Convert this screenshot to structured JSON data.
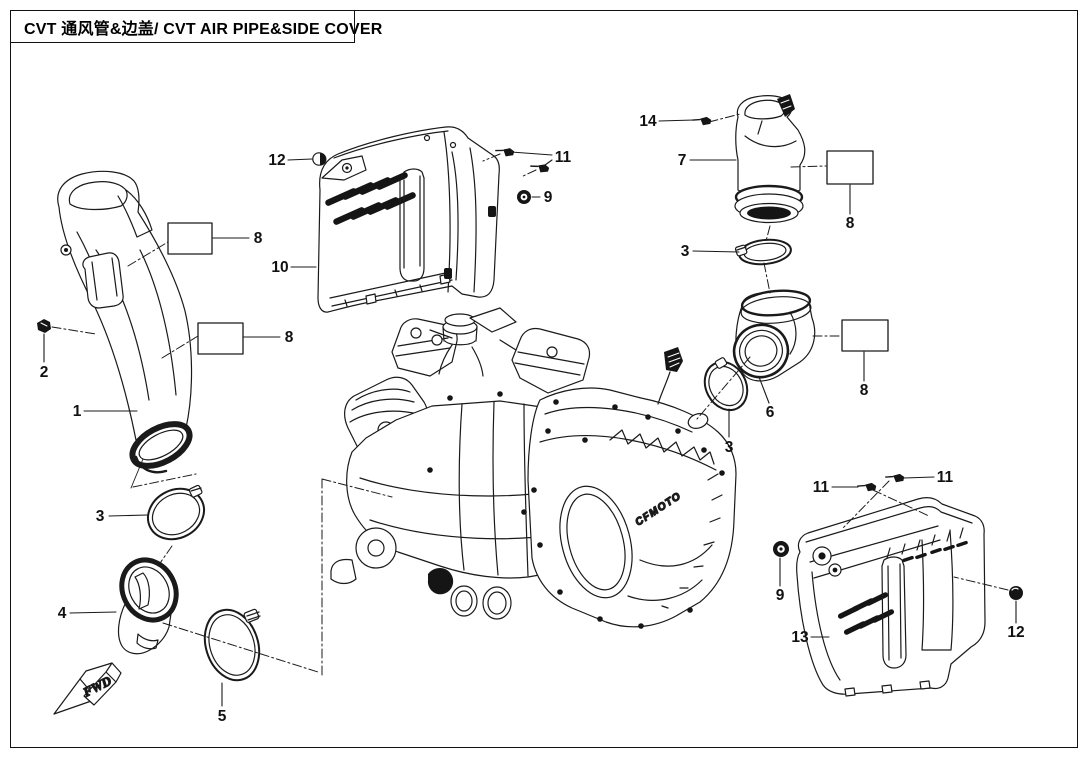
{
  "page": {
    "title": "CVT 通风管&边盖/ CVT AIR PIPE&SIDE COVER",
    "fwd_label": "FWD",
    "engine_brand": "CFMOTO"
  },
  "callouts": {
    "n1": "1",
    "n2": "2",
    "n3a": "3",
    "n3b": "3",
    "n3c": "3",
    "n4": "4",
    "n5": "5",
    "n6": "6",
    "n7": "7",
    "n8a": "8",
    "n8b": "8",
    "n8c": "8",
    "n8d": "8",
    "n9a": "9",
    "n9b": "9",
    "n10": "10",
    "n11a": "11",
    "n11b": "11",
    "n11c": "11",
    "n12a": "12",
    "n12b": "12",
    "n13": "13",
    "n14": "14"
  }
}
